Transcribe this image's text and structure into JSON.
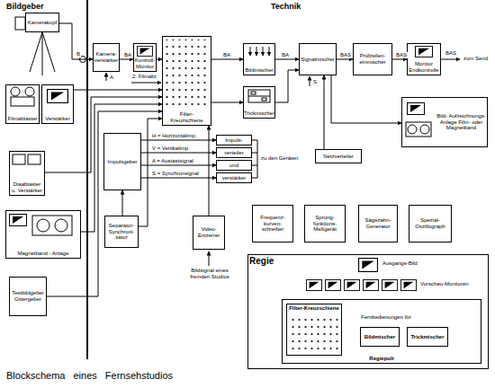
{
  "diagram": {
    "caption": "Blockschema eines Fernsehstudios",
    "nodes": [
      {
        "text": [
          "Kamerakopf"
        ]
      },
      {
        "text": [
          "Filmabtaster"
        ]
      },
      {
        "text": [
          "Verstärker"
        ]
      },
      {
        "text": [
          "Diaabtaster u. Verstärker"
        ]
      },
      {
        "text": [
          "Magnetband - Anlage"
        ]
      },
      {
        "text": [
          "Testbildgeber Gittergeber"
        ]
      },
      {
        "text": [
          "Kamera- verstärker"
        ]
      },
      {
        "text": [
          "Kontroll- Monitor"
        ]
      },
      {
        "text": [
          "Filter- Kreuzschiene"
        ]
      },
      {
        "text": [
          "Bildmischer"
        ]
      },
      {
        "text": [
          "Trickmischer"
        ]
      },
      {
        "text": [
          "Signalmischer"
        ]
      },
      {
        "text": [
          "Prüfzeilen- einmischer"
        ]
      },
      {
        "text": [
          "Monitor Endkontrolle"
        ]
      },
      {
        "text": [
          "Bild- Aufzeichnungs- Anlage Film- oder Magnetband"
        ]
      },
      {
        "text": [
          "Impulsgeber"
        ]
      },
      {
        "text": [
          "Impuls-"
        ]
      },
      {
        "text": [
          "verteiler"
        ]
      },
      {
        "text": [
          "und"
        ]
      },
      {
        "text": [
          "verstärker"
        ]
      },
      {
        "text": [
          "Netzverteiler"
        ]
      },
      {
        "text": [
          "Separator- Synchroni- sator"
        ]
      },
      {
        "text": [
          "Video- Entzerrer"
        ]
      },
      {
        "text": [
          "Frequenz- kurven- schreiber"
        ]
      },
      {
        "text": [
          "Sprung- funktions- Meßgerät"
        ]
      },
      {
        "text": [
          "Sägezahn- Generator"
        ]
      },
      {
        "text": [
          "Spezial- Oszillograph"
        ]
      },
      {
        "text": [
          "Regie"
        ]
      },
      {
        "text": [
          "Regiepult"
        ],
        "in": 27
      },
      {
        "text": [
          "Filter-Kreuzschiene"
        ],
        "in": 28
      },
      {
        "text": [
          "Bildmischer"
        ],
        "in": 28
      },
      {
        "text": [
          "Trickmischer"
        ],
        "in": 28
      }
    ],
    "edges": [
      {
        "from": 0,
        "to": 6,
        "arrow": "to",
        "label": "B"
      },
      {
        "from": 6,
        "to": 7,
        "arrow": "to",
        "label": "BA"
      },
      {
        "from": 7,
        "to": 8,
        "arrow": "to"
      },
      {
        "from": 2,
        "to": 8,
        "arrow": "to"
      },
      {
        "from": 3,
        "to": 8,
        "arrow": "to"
      },
      {
        "from": 4,
        "to": 8,
        "arrow": "to"
      },
      {
        "from": 5,
        "to": 8,
        "arrow": "to"
      },
      {
        "from": 21,
        "to": 8,
        "arrow": "to"
      },
      {
        "from": 22,
        "to": 8,
        "arrow": "to"
      },
      {
        "from": 21,
        "to": 15,
        "arrow": "to"
      },
      {
        "from": 8,
        "to": 9,
        "arrow": "to",
        "label": "BA"
      },
      {
        "from": 8,
        "to": 10,
        "arrow": "to"
      },
      {
        "from": 9,
        "to": 11,
        "arrow": "to",
        "label": "BA"
      },
      {
        "from": 10,
        "to": 11,
        "arrow": "to"
      },
      {
        "from": 11,
        "to": 12,
        "arrow": "to",
        "label": "BAS"
      },
      {
        "from": 12,
        "to": 13,
        "arrow": "to",
        "label": "BAS"
      },
      {
        "from": 11,
        "to": 14,
        "arrow": "to"
      },
      {
        "from": 15,
        "to": 16,
        "arrow": "to",
        "label": "H = Horizontalimp."
      },
      {
        "from": 15,
        "to": 17,
        "arrow": "to",
        "label": "V = Vertikalimp."
      },
      {
        "from": 15,
        "to": 18,
        "arrow": "to",
        "label": "A = Austastsignal"
      },
      {
        "from": 15,
        "to": 19,
        "arrow": "to",
        "label": "S = Synchronsignal"
      },
      {
        "from": 20,
        "to": 11,
        "arrow": "to"
      }
    ],
    "labels": [
      "Bildgeber",
      "Technik",
      "A",
      "2. Filmabt.",
      "S",
      "BAS",
      "zum Send",
      "zu den Geräten",
      "Bildsignal eines fremden Studios",
      "Ausgangs-Bild",
      "Vorschau-Monitoren",
      "Fernbedienungen für"
    ]
  }
}
